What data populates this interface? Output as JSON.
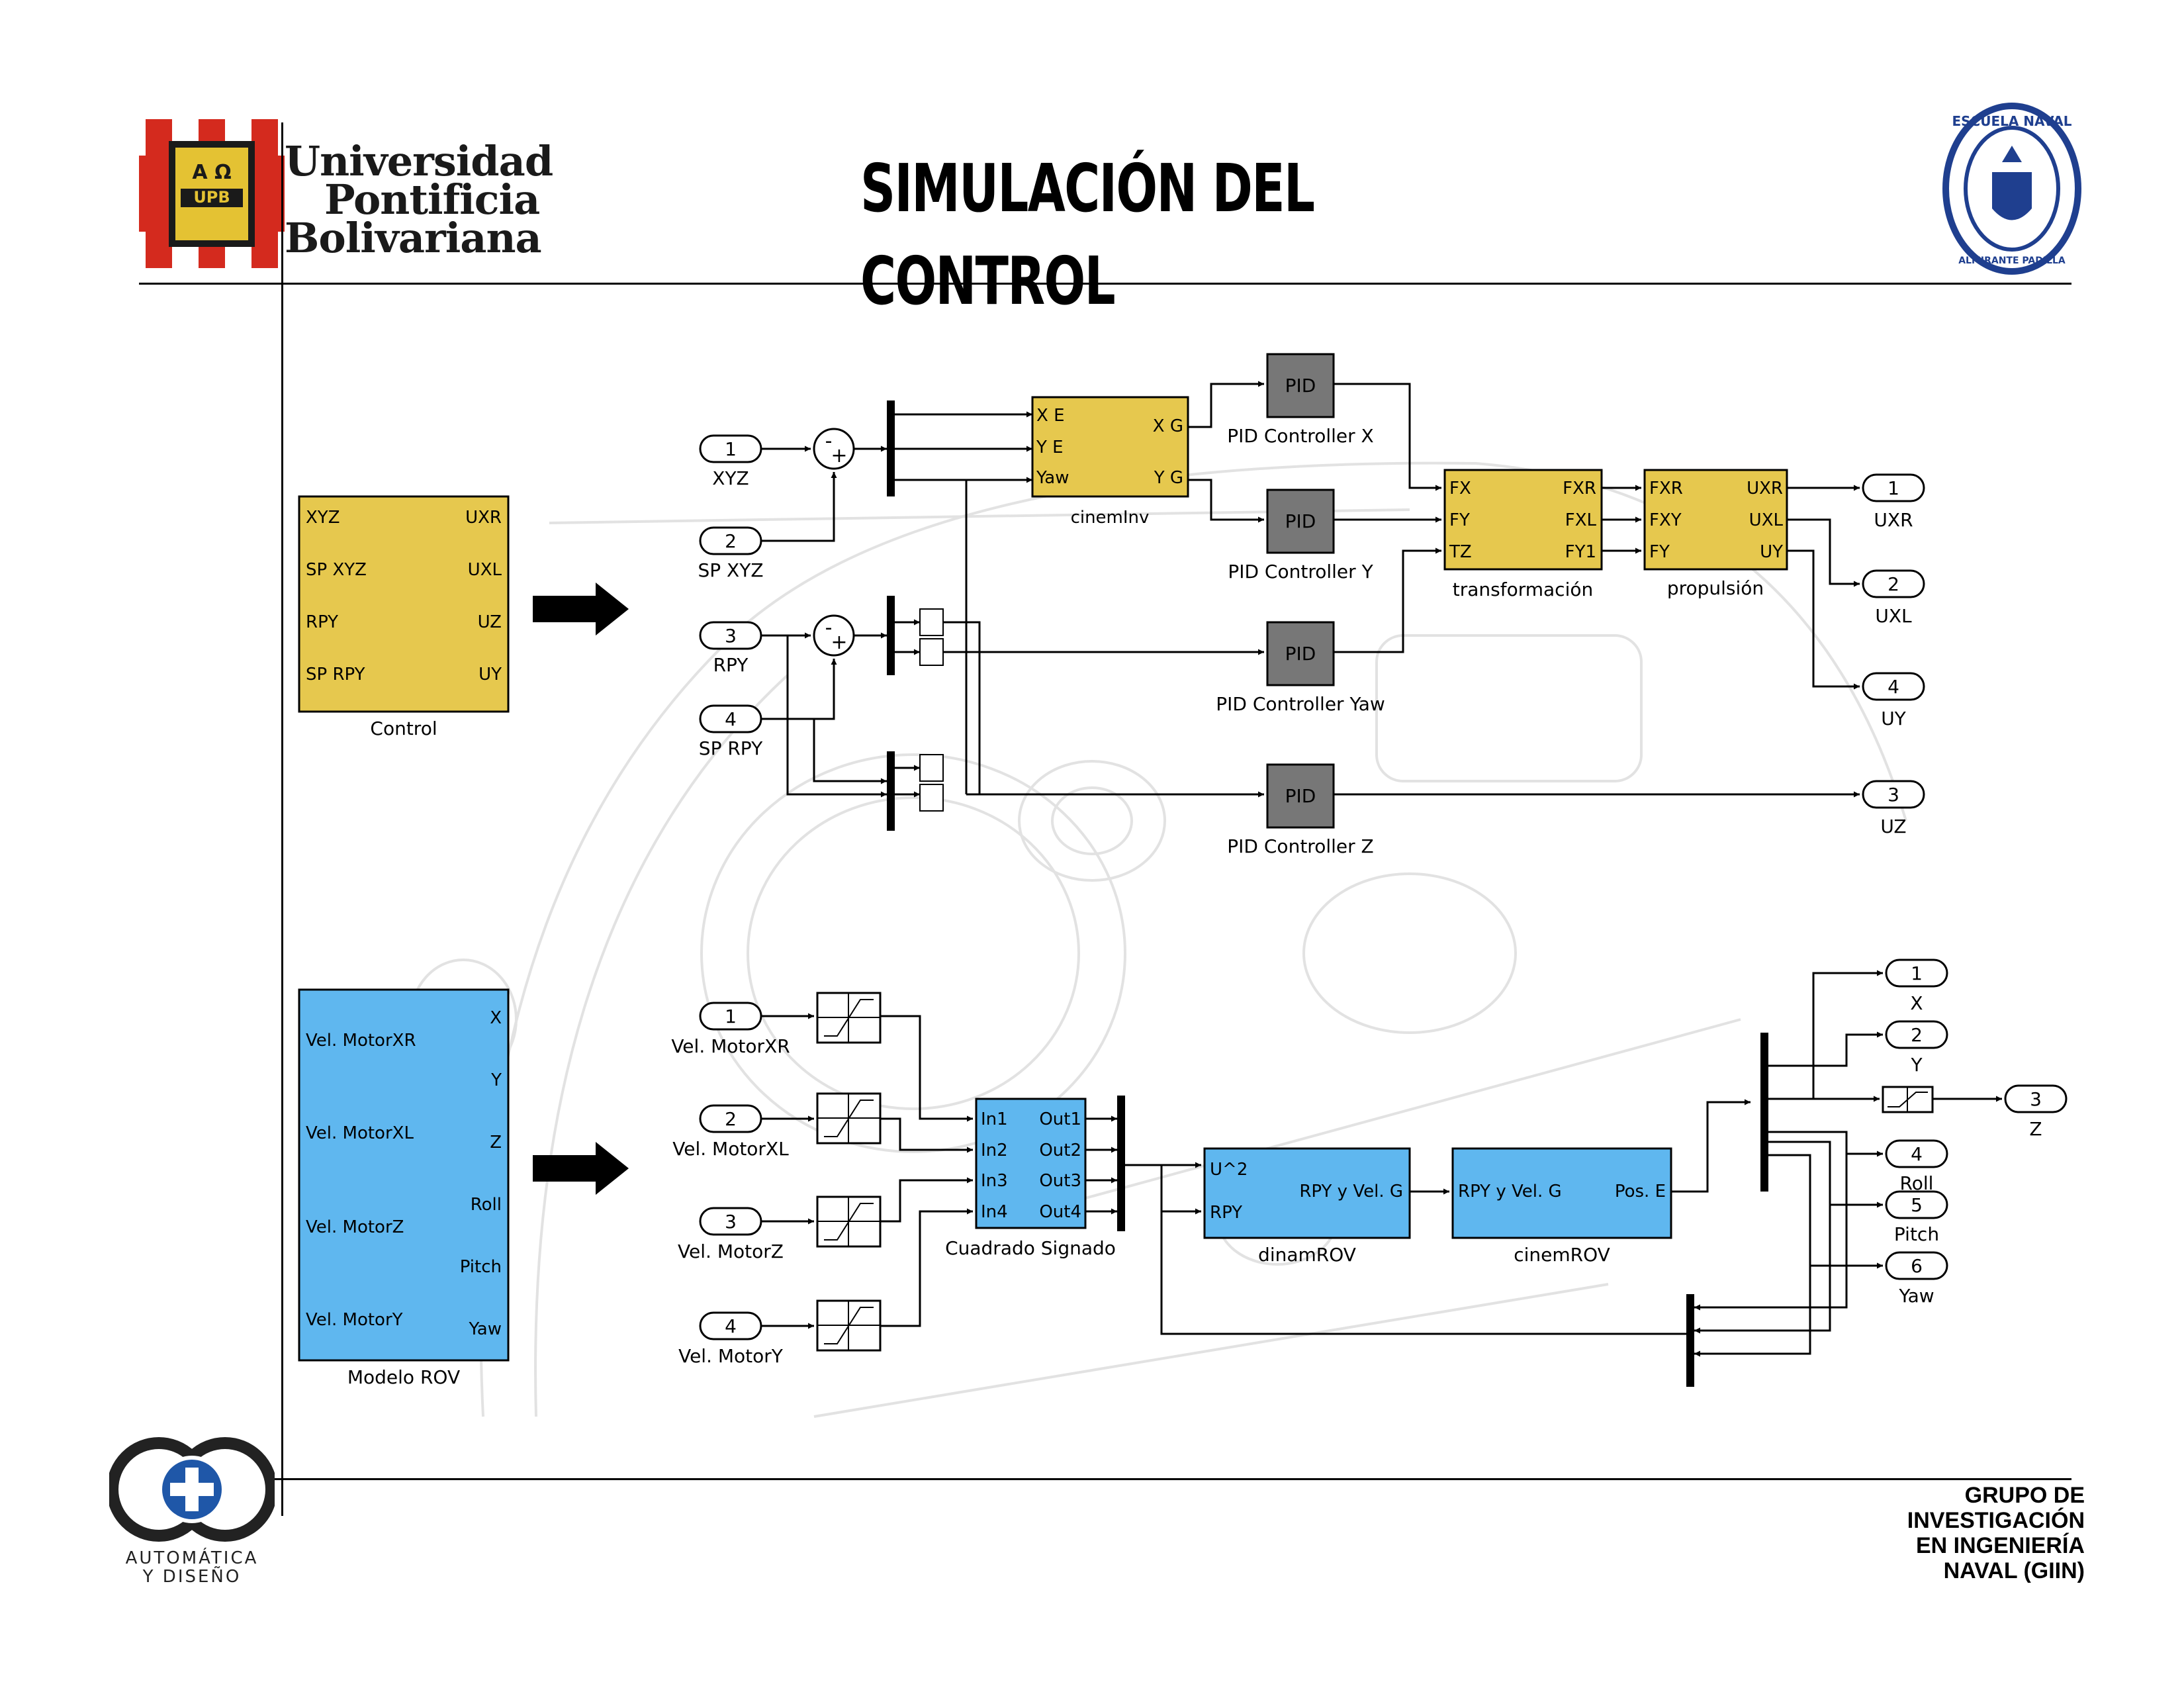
{
  "header": {
    "title": "SIMULACIÓN DEL CONTROL",
    "university": [
      "Universidad",
      "Pontificia",
      "Bolivariana"
    ],
    "upb_crest": {
      "letters": "A Ω",
      "acronym": "UPB"
    },
    "naval_seal": {
      "top": "ESCUELA NAVAL",
      "bottom": "ALMIRANTE PADILLA"
    }
  },
  "footer": {
    "group": [
      "GRUPO DE",
      "INVESTIGACIÓN",
      "EN INGENIERÍA",
      "NAVAL (GIIN)"
    ],
    "logo_caption": [
      "AUTOMÁTICA",
      "Y DISEÑO"
    ]
  },
  "colors": {
    "yellow": "#e6c84e",
    "blue": "#5fb7ef",
    "pid": "#777777",
    "line": "#000000"
  },
  "control_block": {
    "name": "Control",
    "inputs": [
      "XYZ",
      "SP XYZ",
      "RPY",
      "SP RPY"
    ],
    "outputs": [
      "UXR",
      "UXL",
      "UZ",
      "UY"
    ]
  },
  "rov_block": {
    "name": "Modelo ROV",
    "inputs": [
      "Vel. MotorXR",
      "Vel. MotorXL",
      "Vel. MotorZ",
      "Vel. MotorY"
    ],
    "outputs": [
      "X",
      "Y",
      "Z",
      "Roll",
      "Pitch",
      "Yaw"
    ]
  },
  "control_diagram": {
    "inports": [
      {
        "num": "1",
        "label": "XYZ"
      },
      {
        "num": "2",
        "label": "SP XYZ"
      },
      {
        "num": "3",
        "label": "RPY"
      },
      {
        "num": "4",
        "label": "SP RPY"
      }
    ],
    "sum_signs": [
      "-",
      "+"
    ],
    "cinem_inv": {
      "name": "cinemInv",
      "in": [
        "X E",
        "Y E",
        "Yaw"
      ],
      "out": [
        "X G",
        "Y G"
      ]
    },
    "pid_text": "PID",
    "pids": [
      "PID Controller X",
      "PID Controller Y",
      "PID Controller Yaw",
      "PID Controller Z"
    ],
    "transformacion": {
      "name": "transformación",
      "in": [
        "FX",
        "FY",
        "TZ"
      ],
      "out": [
        "FXR",
        "FXL",
        "FY1"
      ]
    },
    "propulsion": {
      "name": "propulsión",
      "in": [
        "FXR",
        "FXY",
        "FY"
      ],
      "out": [
        "UXR",
        "UXL",
        "UY"
      ]
    },
    "outports": [
      {
        "num": "1",
        "label": "UXR"
      },
      {
        "num": "2",
        "label": "UXL"
      },
      {
        "num": "4",
        "label": "UY"
      },
      {
        "num": "3",
        "label": "UZ"
      }
    ]
  },
  "rov_diagram": {
    "inports": [
      {
        "num": "1",
        "label": "Vel. MotorXR"
      },
      {
        "num": "2",
        "label": "Vel. MotorXL"
      },
      {
        "num": "3",
        "label": "Vel. MotorZ"
      },
      {
        "num": "4",
        "label": "Vel. MotorY"
      }
    ],
    "cuadrado": {
      "name": "Cuadrado Signado",
      "in": [
        "In1",
        "In2",
        "In3",
        "In4"
      ],
      "out": [
        "Out1",
        "Out2",
        "Out3",
        "Out4"
      ]
    },
    "dinam": {
      "name": "dinamROV",
      "in": [
        "U^2",
        "RPY"
      ],
      "out": "RPY y Vel. G"
    },
    "cinem": {
      "name": "cinemROV",
      "in": "RPY y Vel. G",
      "out": "Pos. E"
    },
    "outports": [
      {
        "num": "1",
        "label": "X"
      },
      {
        "num": "2",
        "label": "Y"
      },
      {
        "num": "3",
        "label": "Z"
      },
      {
        "num": "4",
        "label": "Roll"
      },
      {
        "num": "5",
        "label": "Pitch"
      },
      {
        "num": "6",
        "label": "Yaw"
      }
    ]
  }
}
